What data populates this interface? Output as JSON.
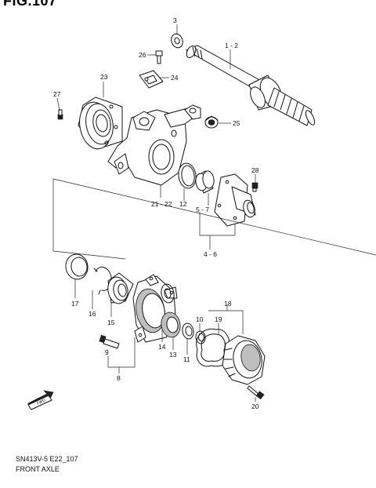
{
  "figure": {
    "title": "FIG.107",
    "code": "SN413V-5 E22_107",
    "name": "FRONT AXLE"
  },
  "callouts": {
    "p3": "3",
    "p1_2": "1 - 2",
    "p26": "26",
    "p24": "24",
    "p23": "23",
    "p27": "27",
    "p25": "25",
    "p21_22": "21 - 22",
    "p12": "12",
    "p28": "28",
    "p5_7": "5 - 7",
    "p4_6": "4 - 6",
    "p17": "17",
    "p16": "16",
    "p15": "15",
    "p18": "18",
    "p10": "10",
    "p19": "19",
    "p14": "14",
    "p13": "13",
    "p11": "11",
    "p9": "9",
    "p8": "8",
    "p20": "20"
  },
  "icons": {
    "front_arrow": "front-direction-arrow-icon"
  }
}
